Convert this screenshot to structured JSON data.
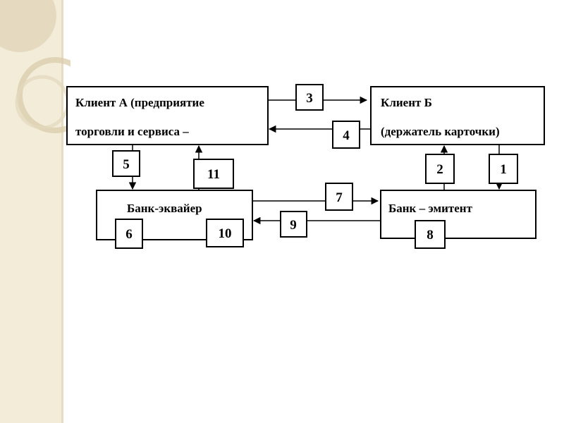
{
  "nodes": {
    "client_a_line1": "Клиент А  (предприятие",
    "client_a_line2": "торговли и сервиса –",
    "client_b_line1": "Клиент Б",
    "client_b_line2": "(держатель карточки)",
    "acquirer": "Банк-эквайер",
    "issuer": "Банк – эмитент"
  },
  "steps": {
    "s1": "1",
    "s2": "2",
    "s3": "3",
    "s4": "4",
    "s5": "5",
    "s6": "6",
    "s7": "7",
    "s8": "8",
    "s9": "9",
    "s10": "10",
    "s11": "11"
  },
  "colors": {
    "side_strip": "#f3ecd9",
    "decor_ring": "#d9ccaa",
    "stroke": "#000000"
  }
}
